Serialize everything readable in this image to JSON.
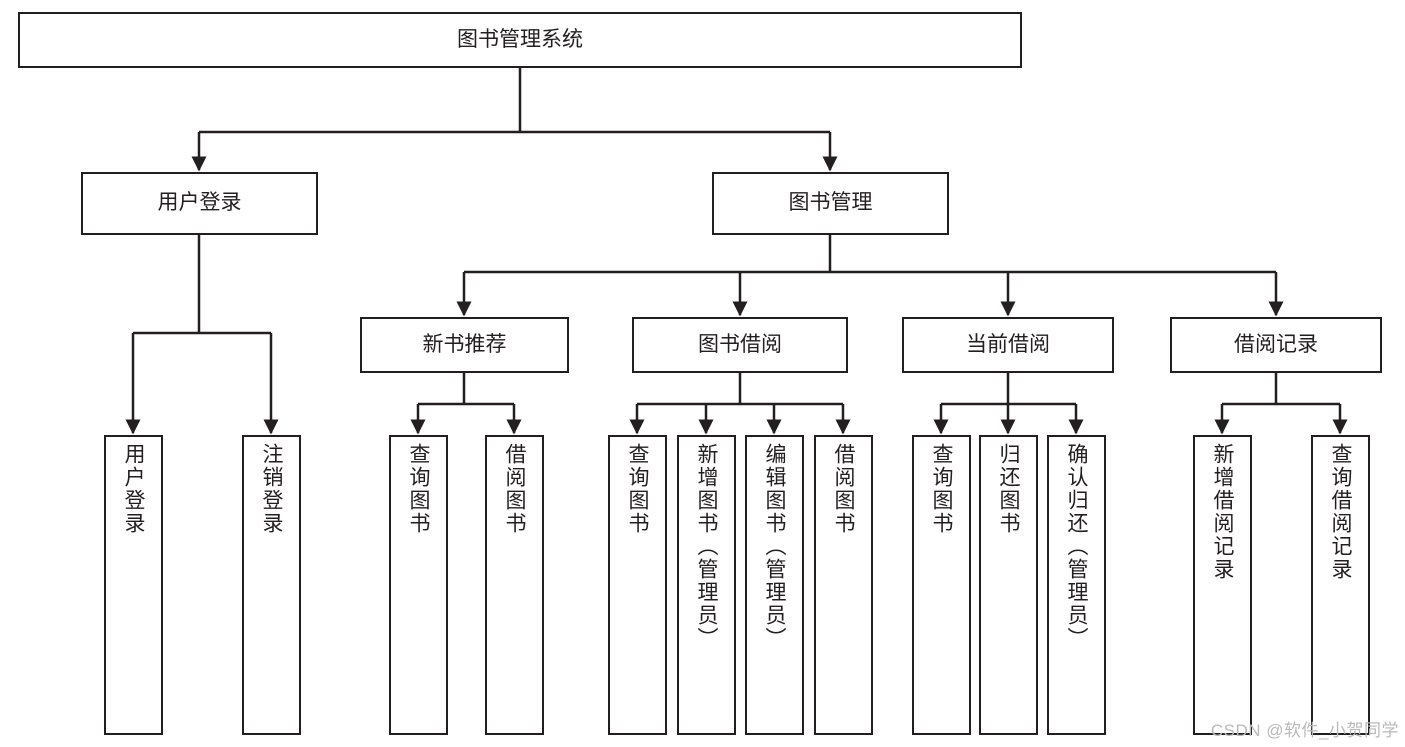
{
  "diagram": {
    "title": "图书管理系统",
    "type": "tree",
    "watermark": "CSDN @软件_小贺同学",
    "colors": {
      "stroke": "#231f20",
      "fill": "#ffffff",
      "watermark": "#b9b9b9"
    },
    "root": {
      "label": "图书管理系统"
    },
    "level1": [
      {
        "label": "用户登录"
      },
      {
        "label": "图书管理"
      }
    ],
    "level2": [
      {
        "label": "新书推荐",
        "parent": "图书管理"
      },
      {
        "label": "图书借阅",
        "parent": "图书管理"
      },
      {
        "label": "当前借阅",
        "parent": "图书管理"
      },
      {
        "label": "借阅记录",
        "parent": "图书管理"
      }
    ],
    "leaves": [
      {
        "label": "用户登录",
        "parent": "用户登录"
      },
      {
        "label": "注销登录",
        "parent": "用户登录"
      },
      {
        "label": "查询图书",
        "parent": "新书推荐"
      },
      {
        "label": "借阅图书",
        "parent": "新书推荐"
      },
      {
        "label": "查询图书",
        "parent": "图书借阅"
      },
      {
        "label": "新增图书（管理员）",
        "parent": "图书借阅"
      },
      {
        "label": "编辑图书（管理员）",
        "parent": "图书借阅"
      },
      {
        "label": "借阅图书",
        "parent": "图书借阅"
      },
      {
        "label": "查询图书",
        "parent": "当前借阅"
      },
      {
        "label": "归还图书",
        "parent": "当前借阅"
      },
      {
        "label": "确认归还（管理员）",
        "parent": "当前借阅"
      },
      {
        "label": "新增借阅记录",
        "parent": "借阅记录"
      },
      {
        "label": "查询借阅记录",
        "parent": "借阅记录"
      }
    ]
  }
}
